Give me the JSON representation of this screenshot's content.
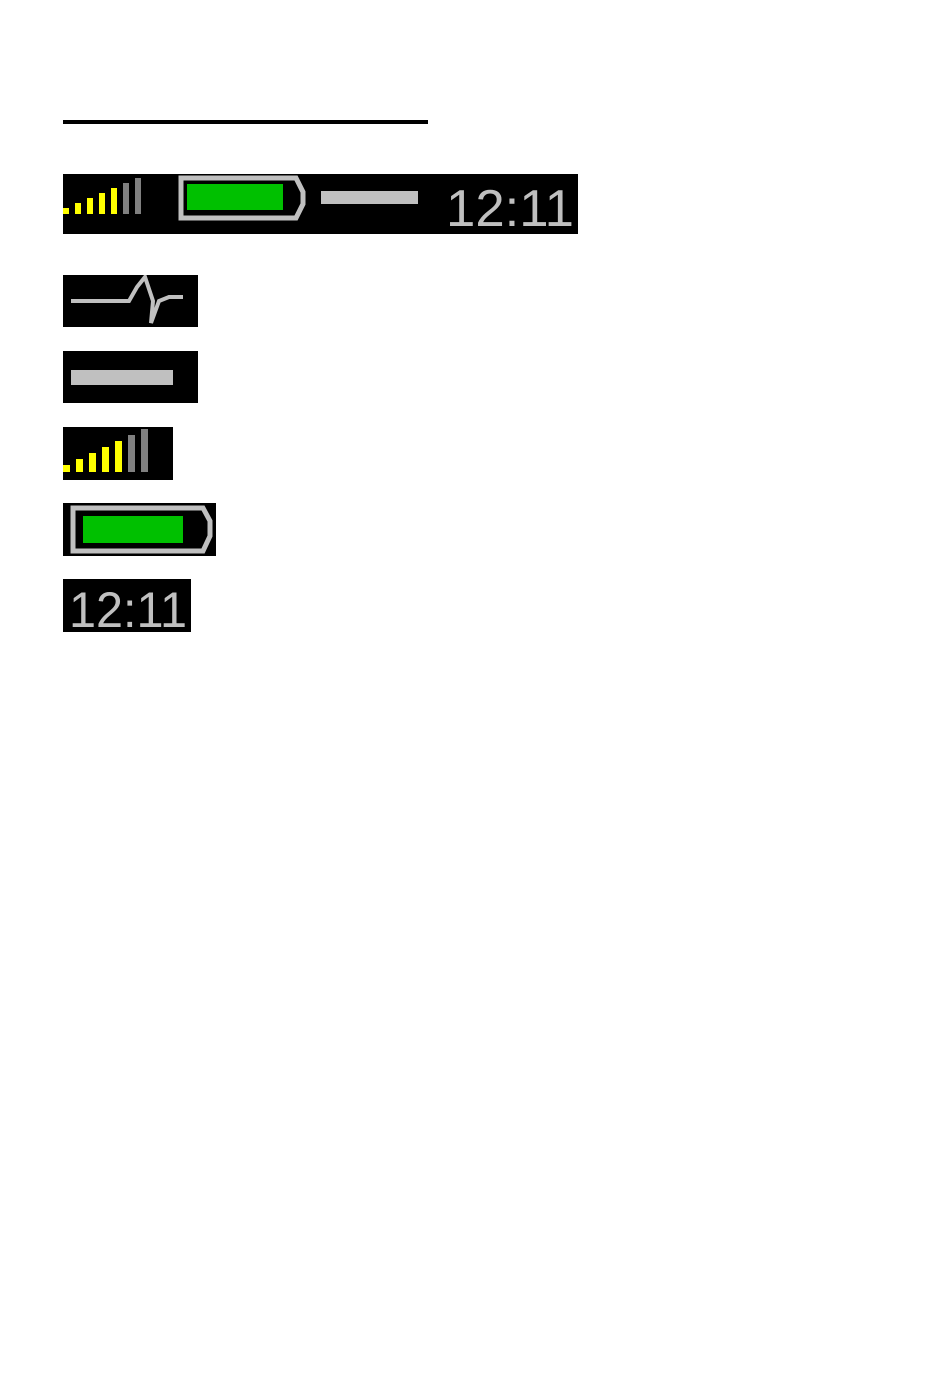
{
  "status_bar": {
    "signal": {
      "bars_total": 7,
      "bars_active": 5,
      "active_color": "#ffff00",
      "inactive_color": "#808080"
    },
    "battery": {
      "level": 1.0,
      "fill_color": "#00c000",
      "frame_color": "#c0c0c0"
    },
    "indicator": {
      "color": "#c0c0c0"
    },
    "clock": {
      "time": "12:11"
    }
  },
  "legend": {
    "heartbeat": {
      "icon": "heartbeat-waveform-icon",
      "color": "#c0c0c0"
    },
    "flatline": {
      "icon": "flatline-indicator-icon",
      "color": "#c0c0c0"
    },
    "signal": {
      "icon": "signal-strength-icon",
      "bars_total": 7,
      "bars_active": 5
    },
    "battery": {
      "icon": "battery-icon",
      "level": 1.0
    },
    "clock": {
      "time": "12:11"
    }
  }
}
